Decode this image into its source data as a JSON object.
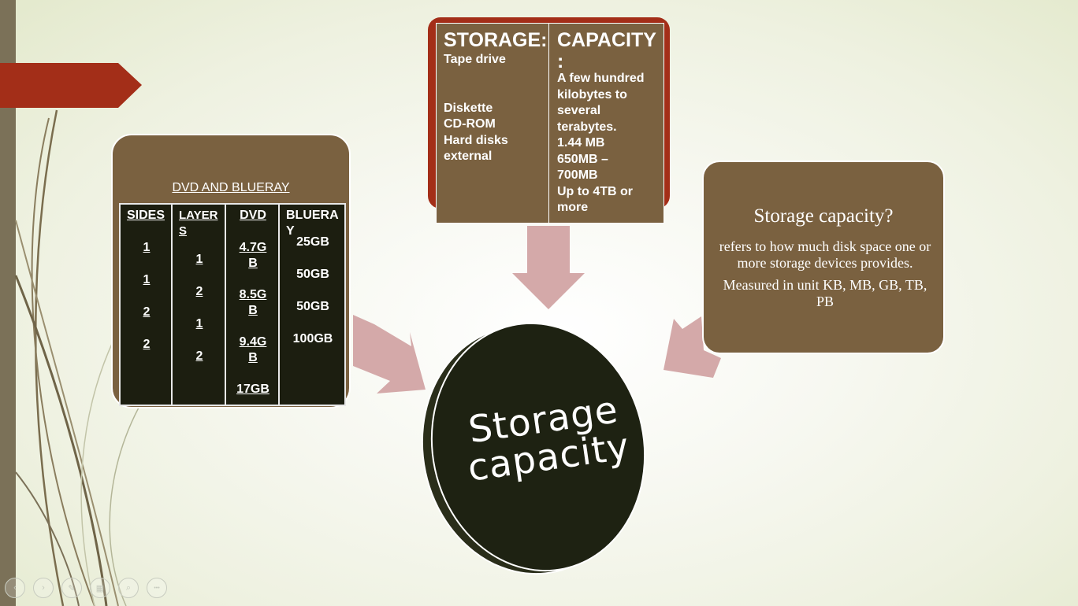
{
  "dvd_panel": {
    "title": "DVD AND BLUERAY",
    "columns": [
      {
        "header_lines": [
          "SIDES"
        ],
        "values": [
          "1",
          "1",
          "2",
          "2"
        ]
      },
      {
        "header_lines": [
          "LAYER",
          "S"
        ],
        "values": [
          "1",
          "2",
          "1",
          "2"
        ]
      },
      {
        "header_lines": [
          "DVD"
        ],
        "values": [
          "4.7G",
          "B",
          "8.5G",
          "B",
          "9.4G",
          "B",
          "17GB"
        ]
      },
      {
        "header_lines": [
          "BLUERA",
          "Y"
        ],
        "values": [
          "25GB",
          "50GB",
          "50GB",
          "100GB"
        ]
      }
    ]
  },
  "storage_panel": {
    "storage_header": "STORAGE:",
    "storage_items": [
      "Tape drive",
      "",
      "",
      "Diskette",
      "CD-ROM",
      "Hard disks",
      "external"
    ],
    "capacity_header_lines": [
      "CAPACITY",
      ":"
    ],
    "capacity_items": [
      "A few hundred",
      "kilobytes to",
      "several",
      "terabytes.",
      "1.44 MB",
      "650MB –",
      "700MB",
      "Up to 4TB or",
      "more"
    ]
  },
  "capacity_panel": {
    "title": "Storage capacity?",
    "para1": "refers to how much disk space one or more storage devices provides.",
    "para2": "Measured in unit KB, MB, GB, TB, PB"
  },
  "center": {
    "line1": "Storage",
    "line2": "capacity"
  },
  "nav_buttons": [
    {
      "name": "previous-slide-button",
      "glyph": "‹"
    },
    {
      "name": "next-slide-button",
      "glyph": "›"
    },
    {
      "name": "pen-tool-button",
      "glyph": "✎"
    },
    {
      "name": "slides-grid-button",
      "glyph": "▦"
    },
    {
      "name": "zoom-button",
      "glyph": "⌕"
    },
    {
      "name": "more-options-button",
      "glyph": "•••"
    }
  ],
  "colors": {
    "panel_brown": "#7a6140",
    "frame_red": "#a32e18",
    "arrow_pink": "#d4a9a9",
    "disc_dark": "#1e2212"
  }
}
